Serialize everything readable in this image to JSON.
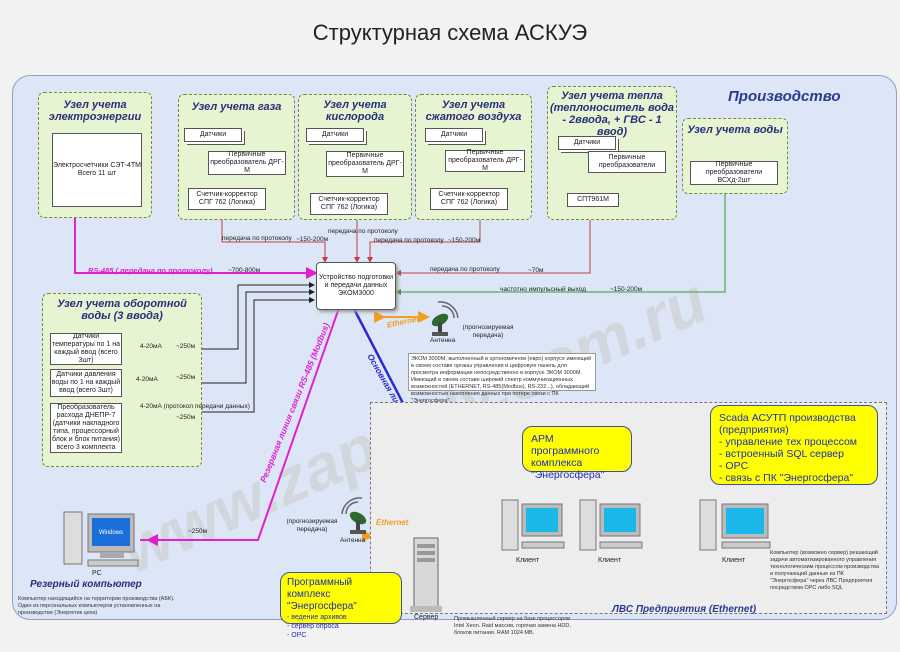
{
  "title": "Структурная схема АСКУЭ",
  "production_label": "Производство",
  "watermark": "www.zapoply.com.ru",
  "colors": {
    "production_bg": "#dde6f7",
    "node_bg": "#e6f4d2",
    "yellow": "#ffff00",
    "magenta": "#e020d0",
    "blue": "#2a2ad0",
    "orange": "#f0a020",
    "green_line": "#3a9a3a",
    "red_line": "#c04040"
  },
  "nodes": {
    "electric": {
      "title": "Узел учета электроэнергии",
      "box": "Электросчетчики СЭТ-4ТМ Всего 11 шт"
    },
    "gas": {
      "title": "Узел учета газа",
      "sensors": "Датчики",
      "converter": "Первичные преобразователь ДРГ-М",
      "corrector": "Счетчик-корректор СПГ 762 (Логика)"
    },
    "oxygen": {
      "title": "Узел учета кислорода",
      "sensors": "Датчики",
      "converter": "Первичные преобразователь ДРГ-М",
      "corrector": "Счетчик-корректор СПГ 762 (Логика)"
    },
    "air": {
      "title": "Узел учета сжатого воздуха",
      "sensors": "Датчики",
      "converter": "Первичные преобразователь ДРГ-М",
      "corrector": "Счетчик-корректор СПГ 762 (Логика)"
    },
    "heat": {
      "title": "Узел учета тепла (теплоноситель вода - 2ввода, + ГВС - 1 ввод)",
      "sensors": "Датчики",
      "converter": "Первичные преобразователи",
      "meter": "СПТ961М"
    },
    "water": {
      "title": "Узел учета воды",
      "converter": "Первичные преобразователи ВСХд-2шт"
    },
    "circ_water": {
      "title": "Узел учета оборотной воды (3 ввода)",
      "rows": [
        {
          "box": "Датчики температуры по 1 на каждый ввод (всего 3шт)",
          "signal": "4-20мА",
          "dist": "~250м"
        },
        {
          "box": "Датчики давления воды по 1 на каждый ввод (всего 3шт)",
          "signal": "4-20мА",
          "dist": "~250м"
        },
        {
          "box": "Преобразователь расхода ДНЕПР-7 (датчики накладного типа, процессорный блок и блок питания) всего 3 комплекта",
          "signal": "4-20мА (протокол передачи данных)",
          "dist": "~250м"
        }
      ]
    }
  },
  "center": {
    "ecom": "Устройство подготовки и передачи данных ЭКОМ3000",
    "antenna": "Антенна",
    "forecast": "(прогнозируемая передача)",
    "ethernet": "Ethernet"
  },
  "links": {
    "gas_protocol": "передача по протоколу",
    "gas_dist": "~150-200м",
    "oxy_protocol": "передача по протоколу",
    "air_protocol": "передача по протоколу",
    "air_dist": "~150-200м",
    "rs485": "RS-485 ( передача по протоколу)",
    "rs485_dist": "~700-800м",
    "heat_protocol": "передача по протоколу",
    "heat_dist": "~70м",
    "pulse": "частотно импульсный выход",
    "pulse_dist": "~150-200м",
    "reserve_line": "Резервная линия связи RS-485 (Modbus)",
    "main_line": "Основная линия связи ETHERNET",
    "pc_dist": "~250м"
  },
  "ecom_note": "ЭКОМ 3000М, выполненный в эргономичном (евро) корпусе имеющий в своем составе органы управления и цифровую панель для просмотра информации непосредственно в корпусе ЭКОМ 3000М. Имеющий в своем составе широкий спектр коммуникационных возможностей (ETHERNET, RS-485(Modbus), RS-232...), обладающий возможностью накопления данных при потере связи с ПК \"Энергосфера\".",
  "reserve_pc": {
    "label": "Резерный компьютер",
    "pc": "PC",
    "screen": "Windows",
    "note": "Компьютер находящийся на территории производства (АБК). Один из персональных компьютеров установленных на производстве (Энергетик цеха)"
  },
  "lan": {
    "label": "ЛВС Предприятия (Ethernet)",
    "arm": "АРМ программного комплекса \"Энергосфера\"",
    "scada": {
      "title": "Scada АСУТП производства (предприятия)",
      "items": [
        "- управление тех процессом",
        "- встроенный SQL сервер",
        "- OPC",
        "- связь с ПК \"Энергосфера\""
      ]
    },
    "energosphere": {
      "title": "Программный комплекс \"Энергосфера\"",
      "items": [
        "- ведение архивов",
        "- сервер опроса",
        "- OPC"
      ]
    },
    "client": "Клиент",
    "server": "Сервер",
    "server_note": "Промышленный сервер на базе процессоров Intel Xeon. Raid массив, горячая замена HDD, блоков питания. RAM 1024 MB.",
    "scada_note": "Компьютер (возможно сервер) решающий задачи автоматизированного управления технологическим процессом производства и получающий данные из ПК \"Энергосфера\" через ЛВС Предприятия посредством OPC либо SQL",
    "antenna": "Антенна",
    "forecast": "(прогнозируемая передача)",
    "ethernet": "Ethernet"
  }
}
